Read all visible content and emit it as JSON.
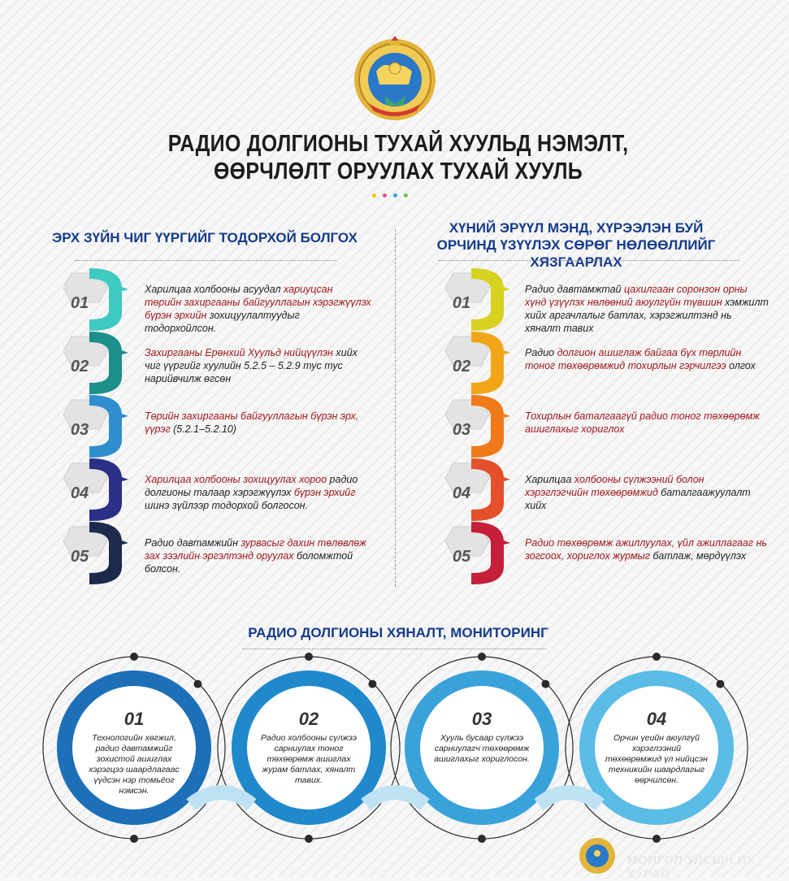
{
  "header": {
    "title_line1": "РАДИО ДОЛГИОНЫ ТУХАЙ ХУУЛЬД НЭМЭЛТ,",
    "title_line2": "ӨӨРЧЛӨЛТ ОРУУЛАХ ТУХАЙ ХУУЛЬ",
    "dot_colors": [
      "#f2c500",
      "#e94e8a",
      "#3aa0e0",
      "#6cc04a"
    ]
  },
  "left_section": {
    "title": "ЭРХ ЗҮЙН ЧИГ ҮҮРГИЙГ ТОДОРХОЙ БОЛГОХ",
    "items": [
      {
        "num": "01",
        "parts": [
          [
            "Харилцаа холбооны асуудал ",
            false
          ],
          [
            "хариуцсан төрийн захиргааны байгууллагын хэрэгжүүлэх бүрэн эрхийн",
            true
          ],
          [
            " зохицуулалтуудыг тодорхойлсон.",
            false
          ]
        ]
      },
      {
        "num": "02",
        "parts": [
          [
            "Захиргааны Ерөнхий Хуульд нийцүүлэн",
            true
          ],
          [
            " хийх чиг үүргийг хуулийн 5.2.5 – 5.2.9 тус тус нарийвчилж өгсөн",
            false
          ]
        ]
      },
      {
        "num": "03",
        "parts": [
          [
            "Төрийн захиргааны байгууллагын бүрэн эрх, үүрэг",
            true
          ],
          [
            " (5.2.1–5.2.10)",
            false
          ]
        ]
      },
      {
        "num": "04",
        "parts": [
          [
            "Харилцаа холбооны зохицуулах хороо",
            true
          ],
          [
            " радио долгионы талаар хэрэгжүүлэх ",
            false
          ],
          [
            "бүрэн эрхийг",
            true
          ],
          [
            " шинэ зүйлээр тодорхой болгосон.",
            false
          ]
        ]
      },
      {
        "num": "05",
        "parts": [
          [
            "Радио давтамжийн ",
            false
          ],
          [
            "зурвасыг дахин төлөвлөж зах зээлийн эргэлтэнд оруулах",
            true
          ],
          [
            " боломжтой болсон.",
            false
          ]
        ]
      }
    ],
    "colors": [
      "#3ec9c3",
      "#1c8f8b",
      "#2f8fce",
      "#2b2f86",
      "#1d2a4b"
    ]
  },
  "right_section": {
    "title_line1": "ХҮНИЙ ЭРҮҮЛ МЭНД, ХҮРЭЭЛЭН БУЙ",
    "title_line2": "ОРЧИНД ҮЗҮҮЛЭХ СӨРӨГ НӨЛӨӨЛЛИЙГ ХЯЗГААРЛАХ",
    "items": [
      {
        "num": "01",
        "parts": [
          [
            "Радио давтамжтай ",
            false
          ],
          [
            "цахилгаан соронзон орны хүнд үзүүлэх нөлөөний аюулгүйн түвшин",
            true
          ],
          [
            " хэмжилт хийх аргачлалыг батлах, хэрэгжилтэнд нь хяналт тавих",
            false
          ]
        ]
      },
      {
        "num": "02",
        "parts": [
          [
            "Радио ",
            false
          ],
          [
            "долгион ашиглаж байгаа бүх төрлийн тоног төхөөрөмжид тохирлын гэрчилгээ",
            true
          ],
          [
            " олгох",
            false
          ]
        ]
      },
      {
        "num": "03",
        "parts": [
          [
            "Тохирлын баталгаагүй радио тоног төхөөрөмж ашиглахыг хориглох",
            true
          ]
        ]
      },
      {
        "num": "04",
        "parts": [
          [
            "Харилцаа ",
            false
          ],
          [
            "холбооны сүлжээний болон хэрэглэгчийн төхөөрөмжид",
            true
          ],
          [
            " баталгаажуулалт хийх",
            false
          ]
        ]
      },
      {
        "num": "05",
        "parts": [
          [
            "Радио төхөөрөмж ажиллуулах, үйл ажиллагааг нь зогсоох, хориглох журмыг",
            true
          ],
          [
            " батлаж, мөрдүүлэх",
            false
          ]
        ]
      }
    ],
    "colors": [
      "#d6d21f",
      "#f3a51a",
      "#f07a1a",
      "#e4502a",
      "#c51f3a"
    ]
  },
  "monitoring": {
    "title": "РАДИО ДОЛГИОНЫ ХЯНАЛТ, МОНИТОРИНГ",
    "items": [
      {
        "num": "01",
        "text": "Технологийн хөгжил, радио давтамжийг зохистой ашиглах хэрэгцээ шаардлагаас үүдсэн нэр томьёог нэмсэн."
      },
      {
        "num": "02",
        "text": "Радио холбооны сүлжээ сарниулах тоног төхөөрөмж ашиглах журам батлах, хяналт тавих."
      },
      {
        "num": "03",
        "text": "Хууль бусаар сүлжээ сарниулагч төхөөрөмж ашиглахыг хориглосон."
      },
      {
        "num": "04",
        "text": "Орчин үеийн аюулгүй хэрэглээний төхөөрөмжид үл нийцсэн техникийн шаардлагыг өөрчилсөн."
      }
    ],
    "colors": [
      "#1d6fb8",
      "#2089cc",
      "#3aa2da",
      "#5bbce6"
    ]
  },
  "footer": {
    "text": "МОНГОЛ УЛСЫН ИХ ХУРАЛ"
  }
}
